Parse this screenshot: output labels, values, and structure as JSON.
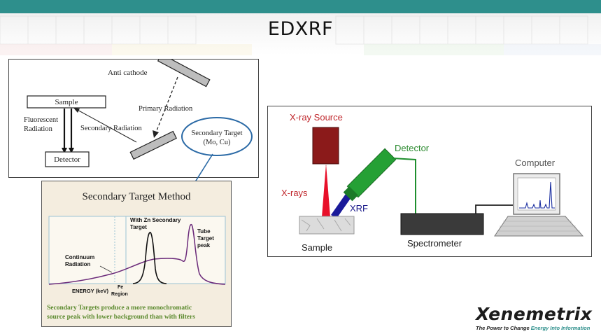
{
  "slide": {
    "title": "EDXRF",
    "colors": {
      "top_bar": "#2e8f8c",
      "accent_teal": "#2d8f8b",
      "bubble_blue": "#2b6aa6"
    }
  },
  "diagram1": {
    "anti_cathode": "Anti cathode",
    "sample": "Sample",
    "primary_radiation": "Primary Radiation",
    "fluorescent_line1": "Fluorescent",
    "fluorescent_line2": "Radiation",
    "secondary_radiation": "Secondary Radiation",
    "detector": "Detector",
    "secondary_target_line1": "Secondary Target",
    "secondary_target_line2": "(Mo, Cu)"
  },
  "diagram2": {
    "title": "Secondary Target Method",
    "zn_line1": "With Zn Secondary",
    "zn_line2": "Target",
    "tube_line1": "Tube",
    "tube_line2": "Target",
    "tube_line3": "peak",
    "continuum_line1": "Continuum",
    "continuum_line2": "Radiation",
    "energy_label": "ENERGY (keV)",
    "fe_line1": "Fe",
    "fe_line2": "Region",
    "caption_line1": "Secondary Targets produce a more monochromatic",
    "caption_line2": "source peak with lower background than with filters"
  },
  "diagram3": {
    "xray_source": "X-ray Source",
    "detector": "Detector",
    "computer": "Computer",
    "xrays": "X-rays",
    "xrf": "XRF",
    "sample": "Sample",
    "spectrometer": "Spectrometer"
  },
  "logo": {
    "name": "Xenemetrix",
    "tagline_part1": "The Power to Change ",
    "tagline_highlight": "Energy Into Information"
  }
}
